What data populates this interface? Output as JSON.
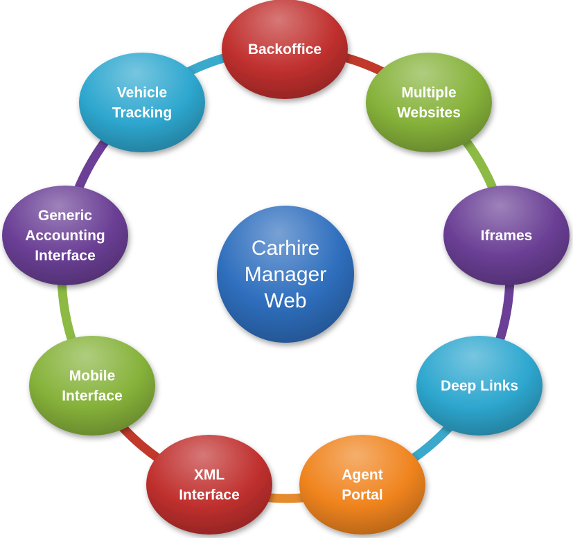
{
  "center": {
    "lines": [
      "Carhire",
      "Manager",
      "Web"
    ],
    "color": "#2f6fbe"
  },
  "nodes": [
    {
      "id": "backoffice",
      "lines": [
        "Backoffice"
      ],
      "color": "#c0302e"
    },
    {
      "id": "multiple-websites",
      "lines": [
        "Multiple",
        "Websites"
      ],
      "color": "#86b23a"
    },
    {
      "id": "iframes",
      "lines": [
        "Iframes"
      ],
      "color": "#6a3f95"
    },
    {
      "id": "deep-links",
      "lines": [
        "Deep Links"
      ],
      "color": "#2ea7cf"
    },
    {
      "id": "agent-portal",
      "lines": [
        "Agent",
        "Portal"
      ],
      "color": "#f0841e"
    },
    {
      "id": "xml-interface",
      "lines": [
        "XML",
        "Interface"
      ],
      "color": "#c0302e"
    },
    {
      "id": "mobile-interface",
      "lines": [
        "Mobile",
        "Interface"
      ],
      "color": "#86b23a"
    },
    {
      "id": "generic-accounting-interface",
      "lines": [
        "Generic",
        "Accounting",
        "Interface"
      ],
      "color": "#6a3f95"
    },
    {
      "id": "vehicle-tracking",
      "lines": [
        "Vehicle",
        "Tracking"
      ],
      "color": "#2ea7cf"
    }
  ],
  "connectors": [
    {
      "from": "vehicle-tracking",
      "to": "backoffice",
      "color": "#3aa9cc"
    },
    {
      "from": "backoffice",
      "to": "multiple-websites",
      "color": "#c0392b"
    },
    {
      "from": "multiple-websites",
      "to": "iframes",
      "color": "#8cba45"
    },
    {
      "from": "iframes",
      "to": "deep-links",
      "color": "#6b3f96"
    },
    {
      "from": "deep-links",
      "to": "agent-portal",
      "color": "#3aa9cc"
    },
    {
      "from": "agent-portal",
      "to": "xml-interface",
      "color": "#e68a2e"
    },
    {
      "from": "xml-interface",
      "to": "mobile-interface",
      "color": "#c0392b"
    },
    {
      "from": "mobile-interface",
      "to": "generic-accounting-interface",
      "color": "#8cba45"
    },
    {
      "from": "generic-accounting-interface",
      "to": "vehicle-tracking",
      "color": "#6b3f96"
    }
  ]
}
